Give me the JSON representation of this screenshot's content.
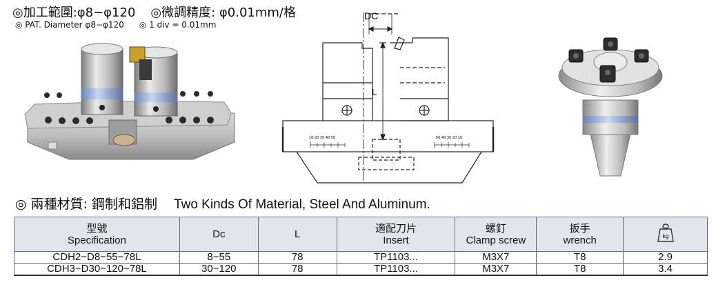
{
  "header": {
    "range_zh": "◎加工範圍:φ8−φ120",
    "precision_zh": "◎微調精度: φ0.01mm/格",
    "range_en": "◎ PAT. Diameter φ8−φ120",
    "precision_en": "◎ 1 div = 0.01mm"
  },
  "diagram": {
    "dc_label": "DC",
    "l_label": "L",
    "scale_left": "10 20 30 40 50",
    "scale_right": "50 40 30 20 10"
  },
  "material": {
    "label_zh": "◎ 兩種材質: 鋼制和鋁制",
    "label_en": "Two Kinds Of Material, Steel And Aluminum."
  },
  "table": {
    "headers": [
      {
        "zh": "型號",
        "en": "Specification"
      },
      {
        "zh": "",
        "en": "Dc"
      },
      {
        "zh": "",
        "en": "L"
      },
      {
        "zh": "適配刀片",
        "en": "Insert"
      },
      {
        "zh": "螺釘",
        "en": "Clamp screw"
      },
      {
        "zh": "扳手",
        "en": "wrench"
      },
      {
        "zh": "",
        "en": "",
        "icon": "weight-kg-icon",
        "icon_text": "kg"
      }
    ],
    "rows": [
      [
        "CDH2−D8−55−78L",
        "8−55",
        "78",
        "TP1103...",
        "M3X7",
        "T8",
        "2.9"
      ],
      [
        "CDH3−D30−120−78L",
        "30−120",
        "78",
        "TP1103...",
        "M3X7",
        "T8",
        "3.4"
      ]
    ]
  }
}
